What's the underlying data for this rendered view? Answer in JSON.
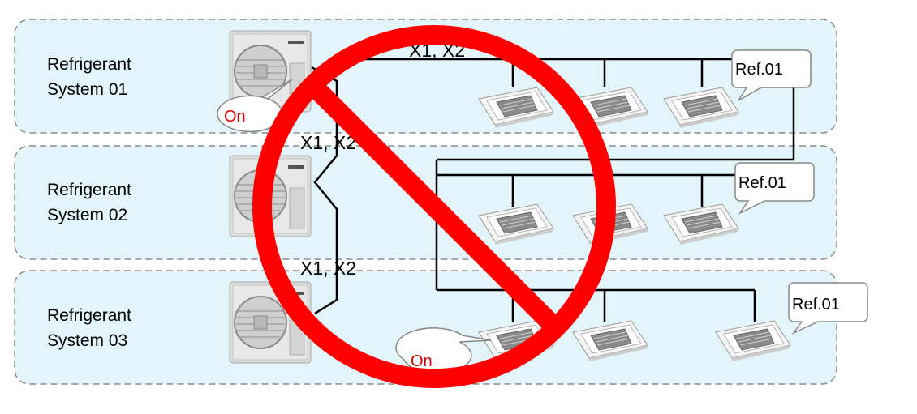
{
  "systems": [
    {
      "line1": "Refrigerant",
      "line2": "System 01"
    },
    {
      "line1": "Refrigerant",
      "line2": "System 02"
    },
    {
      "line1": "Refrigerant",
      "line2": "System 03"
    }
  ],
  "bus_labels": {
    "top": "X1, X2",
    "middle": "X1, X2",
    "lower": "X1, X2"
  },
  "callouts": {
    "outdoor_on": "On",
    "indoor_on": "On",
    "ref_top": "Ref.01",
    "ref_middle": "Ref.01",
    "ref_bottom": "Ref.01"
  },
  "colors": {
    "panel_fill": "#e3f4fb",
    "panel_border": "#8c8c8c",
    "prohibit_red": "#ff0000",
    "on_text": "#e00000",
    "wire": "#000000"
  },
  "icons": {
    "prohibition": "prohibition-sign-icon",
    "outdoor_unit": "outdoor-unit-icon",
    "indoor_unit": "ceiling-cassette-icon"
  }
}
